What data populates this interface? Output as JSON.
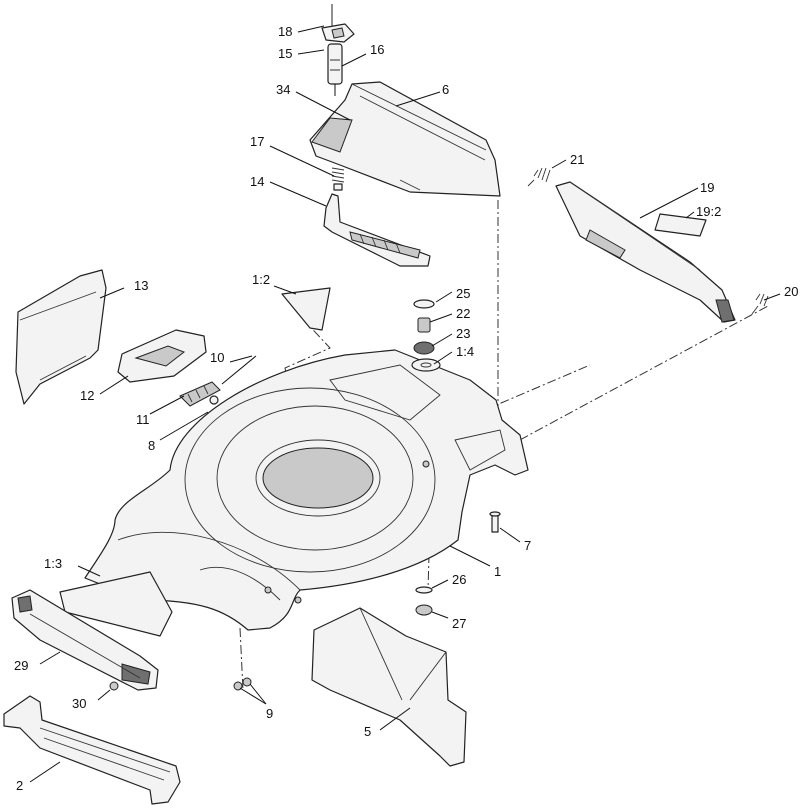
{
  "callouts": {
    "c1": "1",
    "c1_2": "1:2",
    "c1_3": "1:3",
    "c1_4": "1:4",
    "c2": "2",
    "c5": "5",
    "c6": "6",
    "c7": "7",
    "c8": "8",
    "c9": "9",
    "c10": "10",
    "c11": "11",
    "c12": "12",
    "c13": "13",
    "c14": "14",
    "c15": "15",
    "c16": "16",
    "c17": "17",
    "c18": "18",
    "c19": "19",
    "c19_2": "19:2",
    "c20": "20",
    "c21": "21",
    "c22": "22",
    "c23": "23",
    "c25": "25",
    "c26": "26",
    "c27": "27",
    "c29": "29",
    "c30": "30",
    "c34": "34"
  }
}
